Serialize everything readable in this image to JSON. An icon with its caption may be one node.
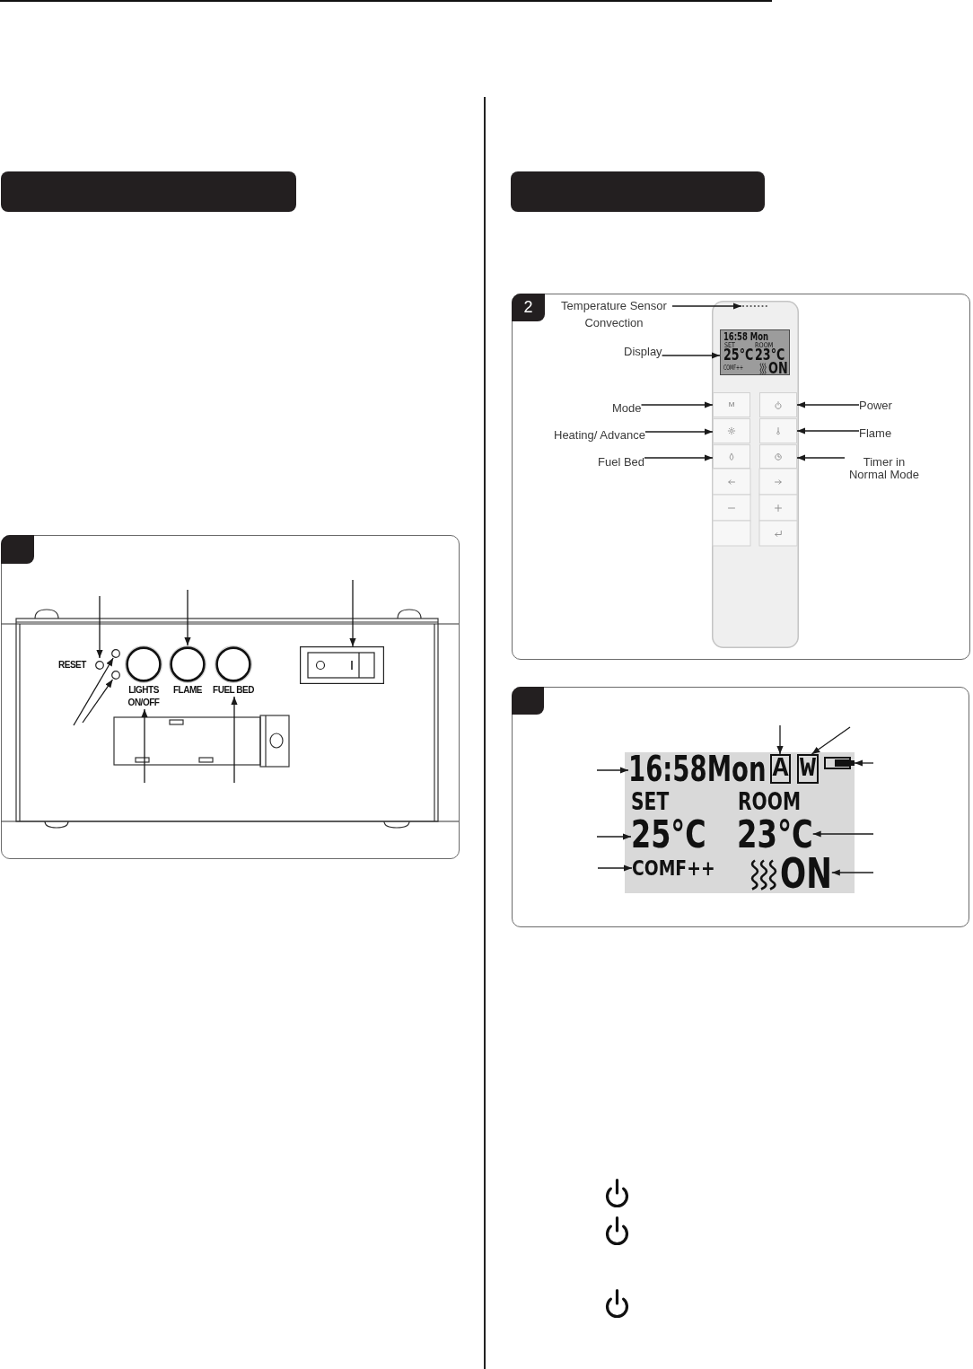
{
  "diagram": {
    "nodes": [
      {
        "text": [],
        "shape": "bar"
      },
      {
        "text": [
          "RESET"
        ]
      },
      {
        "text": [],
        "shape": "circle"
      },
      {
        "text": [],
        "shape": "circle"
      },
      {
        "text": [
          "LIGHTS ON/OFF"
        ]
      },
      {
        "text": [
          "FLAME"
        ]
      },
      {
        "text": [
          "FUEL BED"
        ]
      },
      {
        "text": [],
        "shape": "box"
      },
      {
        "text": [],
        "shape": "bar"
      },
      {
        "text": [
          "Temperature Sensor Convection"
        ]
      },
      {
        "text": [],
        "shape": "bar"
      },
      {
        "text": [
          "Display"
        ]
      },
      {
        "text": [
          "16:58 Mon",
          "SET",
          "ROOM",
          "25°C",
          "23°C",
          "COMF++",
          "ON"
        ]
      },
      {
        "text": [
          "Mode"
        ]
      },
      {
        "text": [
          "M"
        ]
      },
      {
        "text": [
          "Power"
        ]
      },
      {
        "text": [],
        "shape": "box"
      },
      {
        "text": [
          "Heating/ Advance"
        ]
      },
      {
        "text": [],
        "shape": "box"
      },
      {
        "text": [
          "Flame"
        ]
      },
      {
        "text": [],
        "shape": "box"
      },
      {
        "text": [
          "Fuel Bed"
        ]
      },
      {
        "text": [],
        "shape": "box"
      },
      {
        "text": [
          "Timer in Normal Mode"
        ]
      },
      {
        "text": [],
        "shape": "box"
      },
      {
        "text": [
          "SET",
          "ROOM"
        ]
      },
      {
        "text": [
          "16:58Mon"
        ],
        "in": 25
      },
      {
        "text": [
          "A"
        ],
        "in": 25
      },
      {
        "text": [
          "W"
        ],
        "in": 25
      },
      {
        "text": [],
        "shape": "box",
        "in": 25
      },
      {
        "text": [
          "25°C"
        ],
        "in": 25
      },
      {
        "text": [
          "23°C"
        ],
        "in": 25
      },
      {
        "text": [
          "COMF++"
        ],
        "in": 25
      },
      {
        "text": [
          "ON"
        ],
        "in": 25
      }
    ],
    "edges": [
      {
        "from": null,
        "to": 1,
        "arrow": "to"
      },
      {
        "from": null,
        "to": 5,
        "arrow": "to"
      },
      {
        "from": null,
        "to": 7,
        "arrow": "to"
      },
      {
        "from": null,
        "to": 2,
        "arrow": "to"
      },
      {
        "from": null,
        "to": 3,
        "arrow": "to"
      },
      {
        "from": null,
        "to": 4,
        "arrow": "to"
      },
      {
        "from": null,
        "to": 6,
        "arrow": "to"
      },
      {
        "from": 9,
        "to": 10,
        "arrow": "to"
      },
      {
        "from": 11,
        "to": 12,
        "arrow": "to"
      },
      {
        "from": 13,
        "to": 14,
        "arrow": "to"
      },
      {
        "from": 15,
        "to": 16,
        "arrow": "to"
      },
      {
        "from": 17,
        "to": 18,
        "arrow": "to"
      },
      {
        "from": 19,
        "to": 20,
        "arrow": "to"
      },
      {
        "from": 21,
        "to": 22,
        "arrow": "to"
      },
      {
        "from": 23,
        "to": 24,
        "arrow": "to"
      },
      {
        "from": null,
        "to": 26,
        "arrow": "to"
      },
      {
        "from": null,
        "to": 27,
        "arrow": "to"
      },
      {
        "from": null,
        "to": 28,
        "arrow": "to"
      },
      {
        "from": null,
        "to": 29,
        "arrow": "to"
      },
      {
        "from": null,
        "to": 30,
        "arrow": "to"
      },
      {
        "from": null,
        "to": 31,
        "arrow": "to"
      },
      {
        "from": null,
        "to": 32,
        "arrow": "to"
      },
      {
        "from": null,
        "to": 33,
        "arrow": "to"
      }
    ],
    "labels": [
      "2"
    ]
  }
}
